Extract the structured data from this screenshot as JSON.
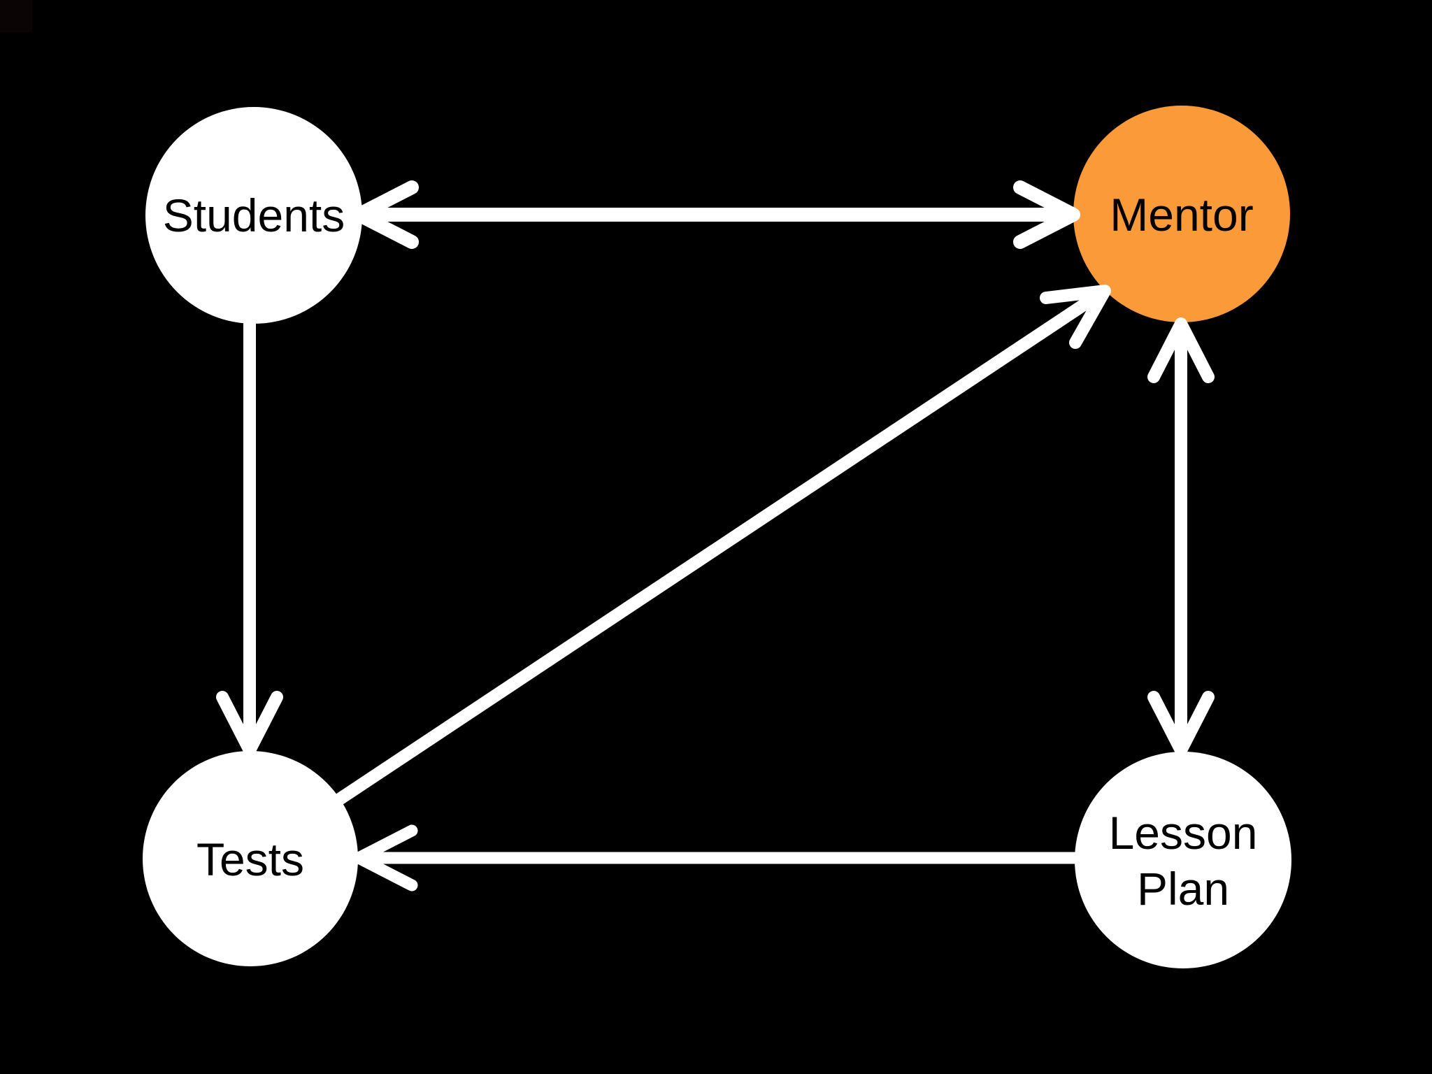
{
  "diagram": {
    "background_color": "#000000",
    "corner_patch_color": "#0b0404",
    "edge_color": "#ffffff",
    "node_text_color": "#000000",
    "nodes": [
      {
        "id": "students",
        "label": "Students",
        "fill": "#ffffff"
      },
      {
        "id": "mentor",
        "label": "Mentor",
        "fill": "#fb9a38"
      },
      {
        "id": "tests",
        "label": "Tests",
        "fill": "#ffffff"
      },
      {
        "id": "lesson-plan",
        "label": "Lesson Plan",
        "label_lines": [
          "Lesson",
          "Plan"
        ],
        "fill": "#ffffff"
      }
    ],
    "edges": [
      {
        "from": "Students",
        "to": "Mentor",
        "direction": "bidirectional"
      },
      {
        "from": "Students",
        "to": "Tests",
        "direction": "unidirectional"
      },
      {
        "from": "Tests",
        "to": "Mentor",
        "direction": "unidirectional"
      },
      {
        "from": "Mentor",
        "to": "Lesson Plan",
        "direction": "bidirectional"
      },
      {
        "from": "Lesson Plan",
        "to": "Tests",
        "direction": "unidirectional"
      }
    ]
  }
}
